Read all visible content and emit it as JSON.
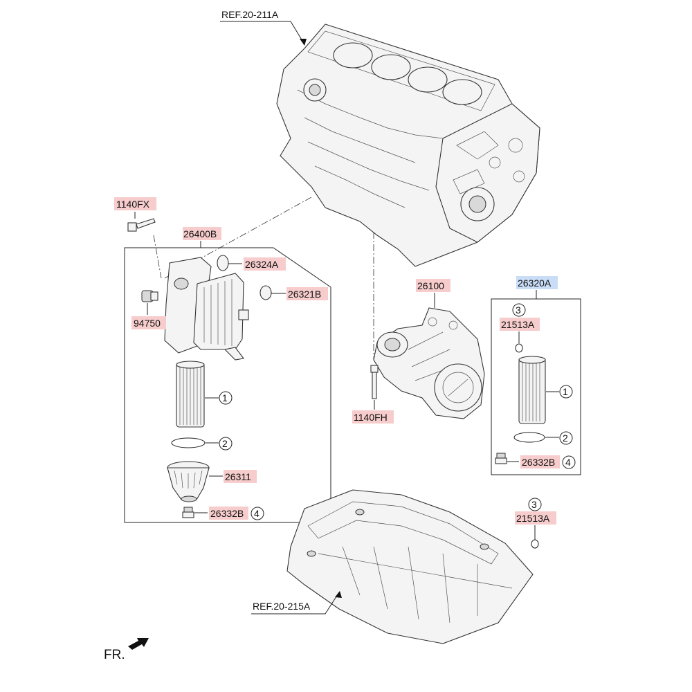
{
  "diagram": {
    "refs": {
      "top": "REF.20-211A",
      "bottom": "REF.20-215A"
    },
    "direction_label": "FR.",
    "parts": {
      "p1140fx": "1140FX",
      "p26400b": "26400B",
      "p26324a": "26324A",
      "p26321b": "26321B",
      "p94750": "94750",
      "p26311": "26311",
      "p26332b_left": "26332B",
      "p26100": "26100",
      "p1140fh": "1140FH",
      "p26320a": "26320A",
      "p21513a_box": "21513A",
      "p26332b_right": "26332B",
      "p21513a_pan": "21513A"
    },
    "callouts": {
      "c1": "1",
      "c2": "2",
      "c3": "3",
      "c4": "4"
    },
    "colors": {
      "highlight_red": "#f6cccc",
      "highlight_blue": "#c9ddf7"
    }
  }
}
